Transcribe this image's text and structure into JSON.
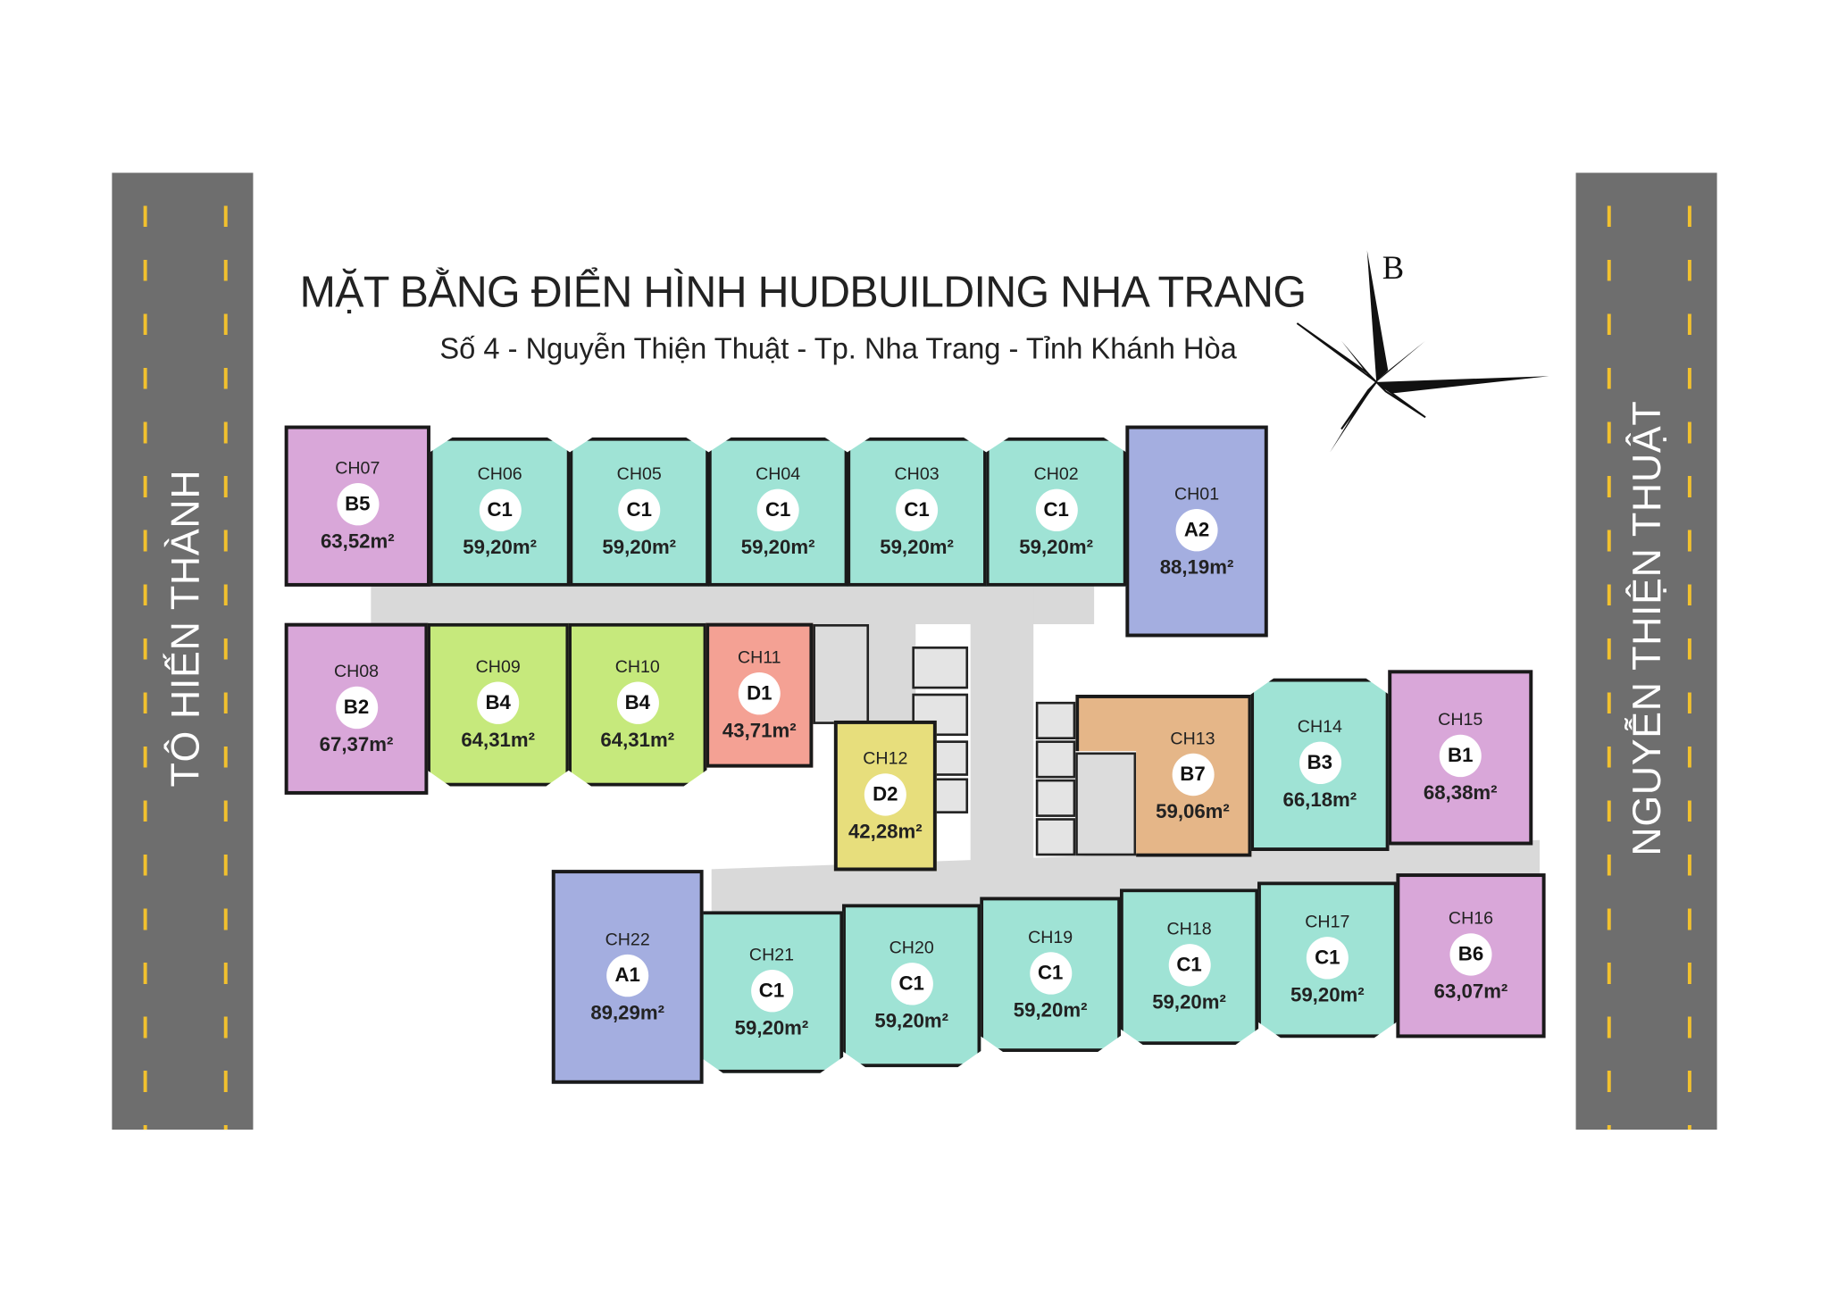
{
  "title": "MẶT BẰNG ĐIỂN HÌNH HUDBUILDING NHA TRANG",
  "subtitle": "Số 4 - Nguyễn Thiện Thuật - Tp. Nha Trang - Tỉnh Khánh Hòa",
  "compass": {
    "north_label": "B",
    "icon": "compass-rose-icon"
  },
  "roads": {
    "left": "TÔ HIẾN THÀNH",
    "right": "NGUYỄN THIỆN THUẬT"
  },
  "colors": {
    "C1": "#9fe3d5",
    "B": "#d9a7d9",
    "A": "#a4aee0",
    "B4": "#c6e97c",
    "D1": "#f4a194",
    "D2": "#e7de7c",
    "B7": "#e5b688",
    "B3": "#9fe3d5",
    "road": "#6e6e6e",
    "lane": "#f2c12e",
    "corridor": "#d9d9d9"
  },
  "rooms": [
    {
      "code": "CH01",
      "type": "A2",
      "area": "88,19m²",
      "color": "#a4aee0"
    },
    {
      "code": "CH02",
      "type": "C1",
      "area": "59,20m²",
      "color": "#9fe3d5"
    },
    {
      "code": "CH03",
      "type": "C1",
      "area": "59,20m²",
      "color": "#9fe3d5"
    },
    {
      "code": "CH04",
      "type": "C1",
      "area": "59,20m²",
      "color": "#9fe3d5"
    },
    {
      "code": "CH05",
      "type": "C1",
      "area": "59,20m²",
      "color": "#9fe3d5"
    },
    {
      "code": "CH06",
      "type": "C1",
      "area": "59,20m²",
      "color": "#9fe3d5"
    },
    {
      "code": "CH07",
      "type": "B5",
      "area": "63,52m²",
      "color": "#d9a7d9"
    },
    {
      "code": "CH08",
      "type": "B2",
      "area": "67,37m²",
      "color": "#d9a7d9"
    },
    {
      "code": "CH09",
      "type": "B4",
      "area": "64,31m²",
      "color": "#c6e97c"
    },
    {
      "code": "CH10",
      "type": "B4",
      "area": "64,31m²",
      "color": "#c6e97c"
    },
    {
      "code": "CH11",
      "type": "D1",
      "area": "43,71m²",
      "color": "#f4a194"
    },
    {
      "code": "CH12",
      "type": "D2",
      "area": "42,28m²",
      "color": "#e7de7c"
    },
    {
      "code": "CH13",
      "type": "B7",
      "area": "59,06m²",
      "color": "#e5b688"
    },
    {
      "code": "CH14",
      "type": "B3",
      "area": "66,18m²",
      "color": "#9fe3d5"
    },
    {
      "code": "CH15",
      "type": "B1",
      "area": "68,38m²",
      "color": "#d9a7d9"
    },
    {
      "code": "CH16",
      "type": "B6",
      "area": "63,07m²",
      "color": "#d9a7d9"
    },
    {
      "code": "CH17",
      "type": "C1",
      "area": "59,20m²",
      "color": "#9fe3d5"
    },
    {
      "code": "CH18",
      "type": "C1",
      "area": "59,20m²",
      "color": "#9fe3d5"
    },
    {
      "code": "CH19",
      "type": "C1",
      "area": "59,20m²",
      "color": "#9fe3d5"
    },
    {
      "code": "CH20",
      "type": "C1",
      "area": "59,20m²",
      "color": "#9fe3d5"
    },
    {
      "code": "CH21",
      "type": "C1",
      "area": "59,20m²",
      "color": "#9fe3d5"
    },
    {
      "code": "CH22",
      "type": "A1",
      "area": "89,29m²",
      "color": "#a4aee0"
    }
  ]
}
